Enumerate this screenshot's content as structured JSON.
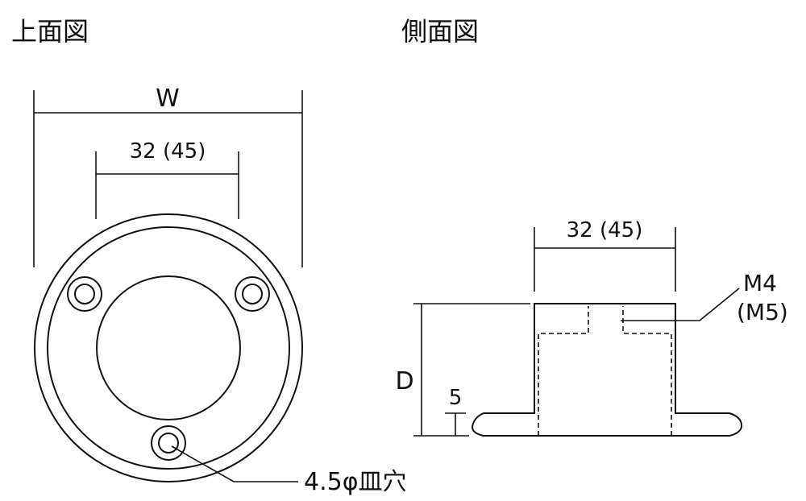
{
  "views": {
    "top_title": "上面図",
    "side_title": "側面図"
  },
  "top_view": {
    "width_label": "W",
    "hole_pitch_label": "32 (45)",
    "hole_callout": "4.5φ皿穴"
  },
  "side_view": {
    "pitch_label": "32 (45)",
    "thread_label_1": "M4",
    "thread_label_2": "(M5)",
    "depth_label": "D",
    "flange_thickness_label": "5"
  }
}
